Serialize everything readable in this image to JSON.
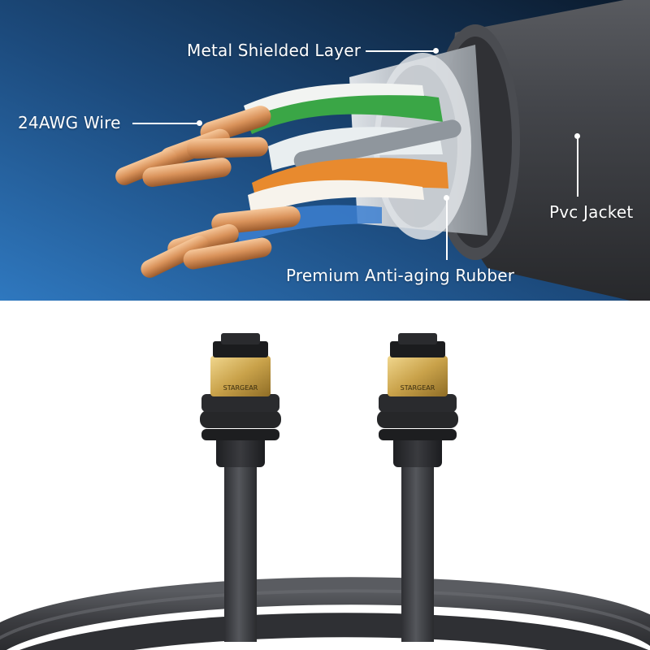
{
  "callouts": {
    "metal_shielded_layer": "Metal Shielded Layer",
    "awg_wire": "24AWG Wire",
    "pvc_jacket": "Pvc Jacket",
    "anti_aging_rubber": "Premium Anti-aging Rubber"
  },
  "connector_brand": "STARGEAR",
  "colors": {
    "background_top": "#2b6aa8",
    "background_dark": "#0d1e33",
    "cable_jacket": "#3f4044",
    "shield": "#c9cdd2",
    "copper": "#d9925a",
    "wire_green": "#3aa646",
    "wire_orange": "#e88a2e",
    "wire_blue": "#3c7fd0",
    "connector_gold": "#c9a24a"
  }
}
